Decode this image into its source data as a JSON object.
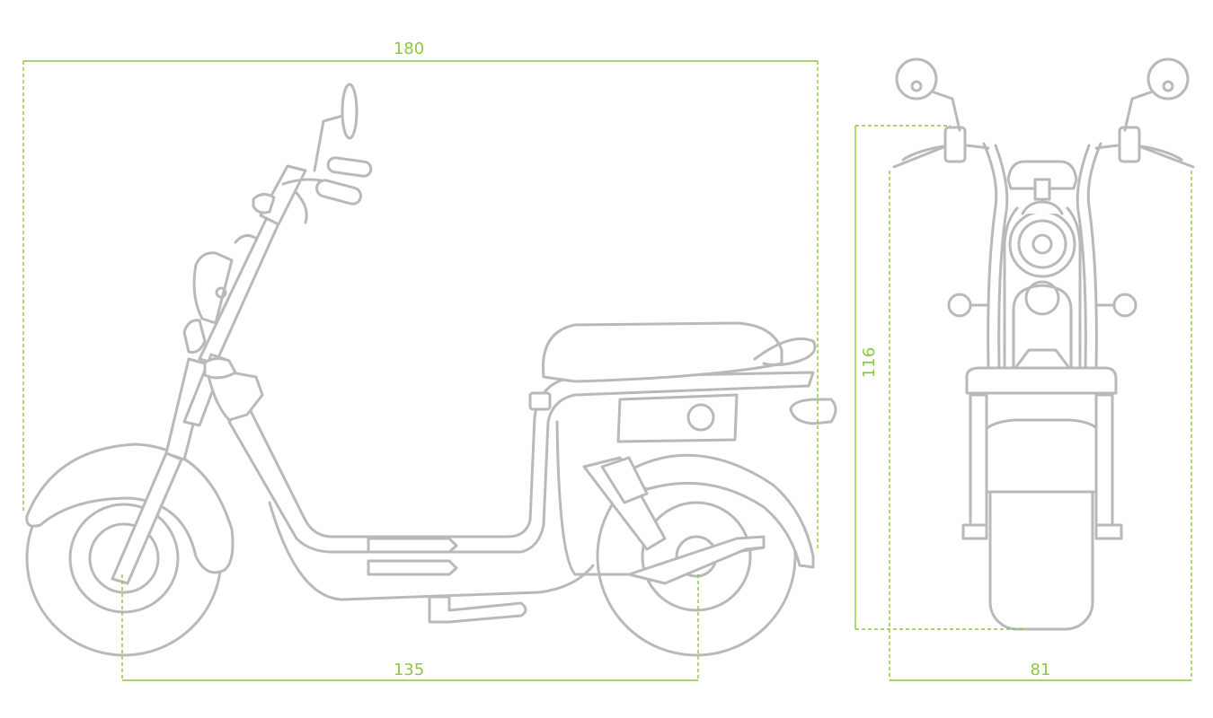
{
  "dimensions": {
    "side_length": "180",
    "wheelbase": "135",
    "front_height": "116",
    "front_width": "81"
  },
  "colors": {
    "dimension_lines": "#8dc63f",
    "drawing_lines": "#b9b9b9",
    "background": "#ffffff"
  }
}
